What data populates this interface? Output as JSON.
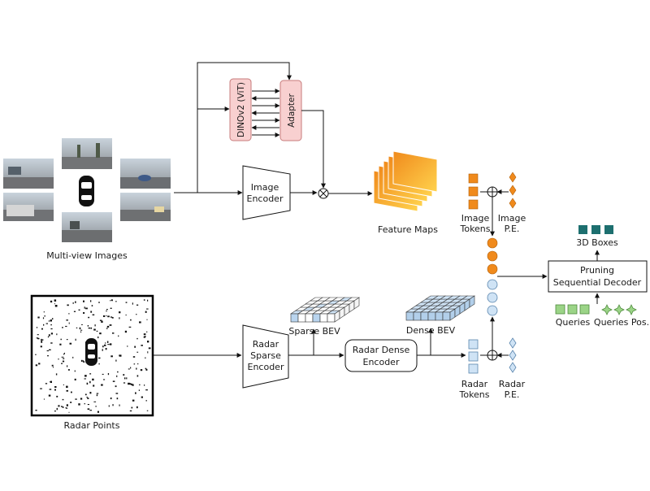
{
  "labels": {
    "multiview": "Multi-view Images",
    "radar_points": "Radar Points",
    "dinov2": "DINOv2 (ViT)",
    "adapter": "Adapter",
    "image_encoder_1": "Image",
    "image_encoder_2": "Encoder",
    "feature_maps": "Feature Maps",
    "image_tokens_1": "Image",
    "image_tokens_2": "Tokens",
    "image_pe_1": "Image",
    "image_pe_2": "P.E.",
    "radar_sparse_1": "Radar",
    "radar_sparse_2": "Sparse",
    "radar_sparse_3": "Encoder",
    "sparse_bev": "Sparse BEV",
    "radar_dense_1": "Radar Dense",
    "radar_dense_2": "Encoder",
    "dense_bev": "Dense BEV",
    "radar_tokens_1": "Radar",
    "radar_tokens_2": "Tokens",
    "radar_pe_1": "Radar",
    "radar_pe_2": "P.E.",
    "boxes_3d": "3D Boxes",
    "decoder_1": "Pruning",
    "decoder_2": "Sequential Decoder",
    "queries": "Queries",
    "queries_pos": "Queries Pos."
  },
  "colors": {
    "dino_fill": "#f8d0d0",
    "dino_stroke": "#c77b7b",
    "orange": "#f08a1c",
    "orange_light": "#ffd24d",
    "radar_blue": "#cfe3f5",
    "radar_blue_stroke": "#5a85ad",
    "teal": "#1d6f6f",
    "green": "#9bd487",
    "green_stroke": "#4e8a3c"
  }
}
